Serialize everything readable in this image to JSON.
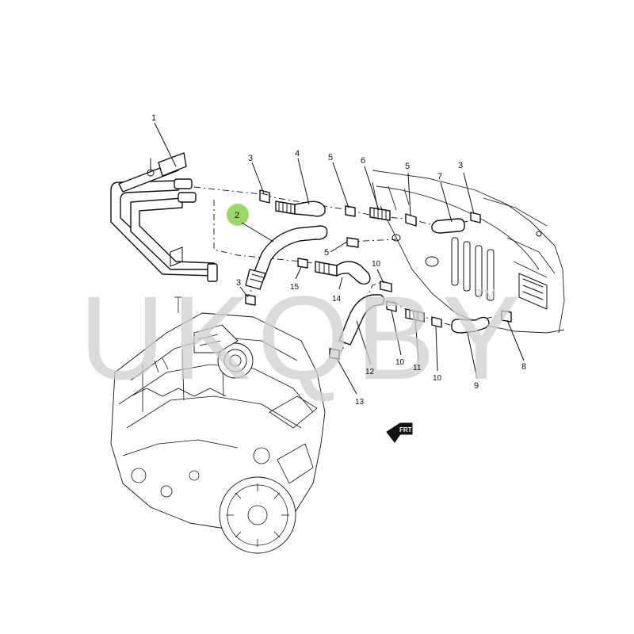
{
  "diagram": {
    "watermark": "UKQBY",
    "watermark_mark": "TM",
    "direction_marker": "FRT",
    "highlight_color": "#8bd14a",
    "callouts": [
      {
        "id": "c1",
        "label": "1"
      },
      {
        "id": "c2",
        "label": "2"
      },
      {
        "id": "c3a",
        "label": "3"
      },
      {
        "id": "c3b",
        "label": "3"
      },
      {
        "id": "c3c",
        "label": "3"
      },
      {
        "id": "c4",
        "label": "4"
      },
      {
        "id": "c5a",
        "label": "5"
      },
      {
        "id": "c5b",
        "label": "5"
      },
      {
        "id": "c5c",
        "label": "5"
      },
      {
        "id": "c6",
        "label": "6"
      },
      {
        "id": "c7",
        "label": "7"
      },
      {
        "id": "c8",
        "label": "8"
      },
      {
        "id": "c9",
        "label": "9"
      },
      {
        "id": "c10a",
        "label": "10"
      },
      {
        "id": "c10b",
        "label": "10"
      },
      {
        "id": "c10c",
        "label": "10"
      },
      {
        "id": "c11",
        "label": "11"
      },
      {
        "id": "c12",
        "label": "12"
      },
      {
        "id": "c13",
        "label": "13"
      },
      {
        "id": "c14",
        "label": "14"
      },
      {
        "id": "c15",
        "label": "15"
      }
    ]
  }
}
